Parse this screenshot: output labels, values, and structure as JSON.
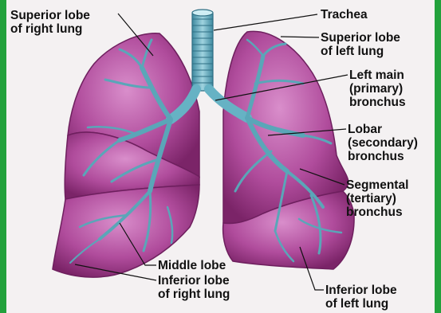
{
  "colors": {
    "border": "#22a13c",
    "background": "#f4f1f2",
    "lung_fill": "#b04c9c",
    "lung_edge": "#6e1f5e",
    "airway": "#66b2c4",
    "airway_edge": "#2f6f84",
    "leader_line": "#111111"
  },
  "labels": {
    "superior_lobe_right": "Superior lobe\nof right lung",
    "trachea": "Trachea",
    "superior_lobe_left": "Superior lobe\nof left lung",
    "left_main_bronchus": "Left main\n(primary)\nbronchus",
    "lobar_bronchus": "Lobar\n(secondary)\nbronchus",
    "segmental_bronchus": "Segmental\n(tertiary)\nbronchus",
    "middle_lobe": "Middle lobe",
    "inferior_lobe_right": "Inferior lobe\nof right lung",
    "inferior_lobe_left": "Inferior lobe\nof left lung"
  }
}
